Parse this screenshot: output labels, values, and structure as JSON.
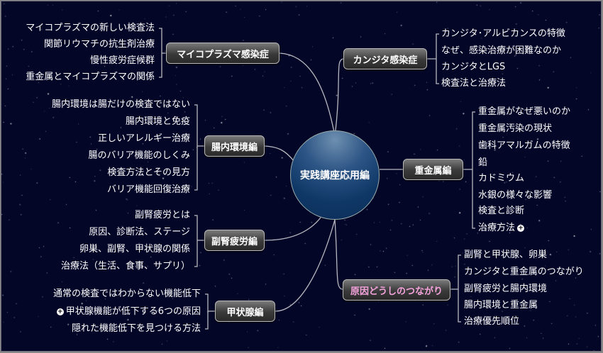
{
  "center": "実践講座応用編",
  "colors": {
    "background": "#040628",
    "branch_text": "#ffffff",
    "highlight_text": "#f5a3dc"
  },
  "branches": {
    "mycoplasma": {
      "label": "マイコプラズマ感染症",
      "items": [
        "マイコプラズマの新しい検査法",
        "関節リウマチの抗生剤治療",
        "慢性疲労症候群",
        "重金属とマイコプラズマの関係"
      ]
    },
    "gut": {
      "label": "腸内環境編",
      "items": [
        "腸内環境は腸だけの検査ではない",
        "腸内環境と免疫",
        "正しいアレルギー治療",
        "腸のバリア機能のしくみ",
        "検査方法とその見方",
        "バリア機能回復治療"
      ]
    },
    "adrenal": {
      "label": "副腎疲労編",
      "items": [
        "副腎疲労とは",
        "原因、診断法、ステージ",
        "卵巣、副腎、甲状腺の関係",
        "治療法（生活、食事、サプリ）"
      ]
    },
    "thyroid": {
      "label": "甲状腺編",
      "items": [
        "通常の検査ではわからない機能低下",
        "甲状腺機能が低下する6つの原因",
        "隠れた機能低下を見つける方法"
      ]
    },
    "candida": {
      "label": "カンジタ感染症",
      "items": [
        "カンジタ･アルビカンスの特徴",
        "なぜ、感染治療が困難なのか",
        "カンジタとLGS",
        "検査法と治療法"
      ]
    },
    "metal": {
      "label": "重金属編",
      "items": [
        "重金属がなぜ悪いのか",
        "重金属汚染の現状",
        "歯科アマルガムの特徴",
        "鉛",
        "カドミウム",
        "水銀の様々な影響",
        "検査と診断",
        "治療方法"
      ]
    },
    "links": {
      "label": "原因どうしのつながり",
      "items": [
        "副腎と甲状腺、卵巣",
        "カンジタと重金属のつながり",
        "副腎疲労と腸内環境",
        "腸内環境と重金属",
        "治療優先順位"
      ]
    }
  }
}
